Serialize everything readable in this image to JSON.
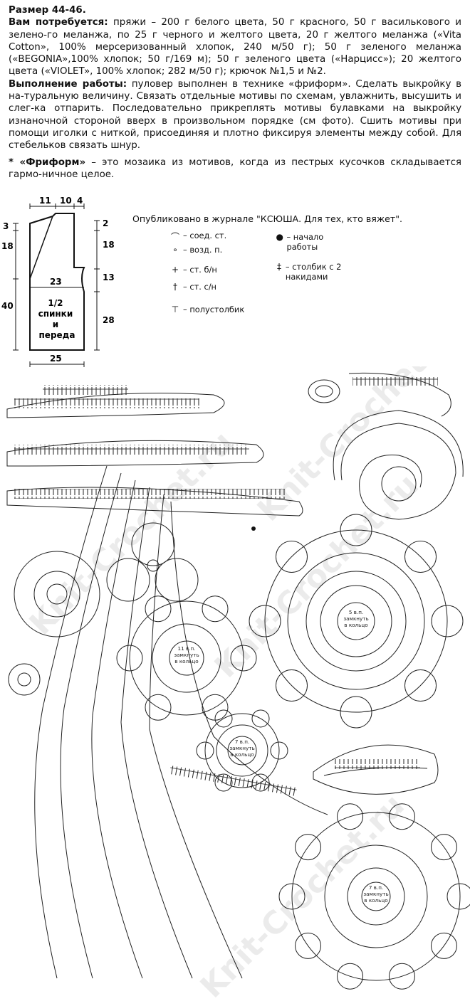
{
  "header": {
    "size_line": "Размер 44-46.",
    "materials_label": "Вам потребуется:",
    "materials_text": " пряжи – 200 г белого цвета, 50 г красного, 50 г василькового и зелено-го меланжа, по 25 г черного и желтого цвета, 20 г  желтого меланжа («Vita Cotton», 100% мерсеризованный хлопок, 240 м/50 г); 50 г зеленого меланжа («BEGONIA»,100% хлопок; 50 г/169 м); 50 г зеленого цвета («Нарцисс»); 20 желтого цвета («VIOLET», 100% хлопок; 282 м/50 г); крючок №1,5 и №2.",
    "work_label": "Выполнение работы:",
    "work_text": " пуловер выполнен в технике «фриформ». Сделать выкройку в на-туральную величину. Связать отдельные мотивы по схемам, увлажнить, высушить и слег-ка отпарить. Последовательно прикреплять мотивы булавками на выкройку изнаночной стороной вверх в произвольном порядке (см фото). Сшить мотивы при помощи иголки с ниткой, присоединяя и плотно фиксируя элементы между собой. Для стебельков связать шнур.",
    "note_label": "* «Фриформ»",
    "note_text": " – это мозаика из мотивов, когда из пестрых кусочков складывается гармо-ничное целое."
  },
  "published": "Опубликовано в журнале \"КСЮША. Для тех, кто вяжет\".",
  "legend": [
    {
      "icon": "slip-stitch-icon",
      "symbol": "⌒",
      "label": "– соед. ст."
    },
    {
      "icon": "chain-stitch-icon",
      "symbol": "∘",
      "label": "– возд. п."
    },
    {
      "icon": "single-crochet-icon",
      "symbol": "+",
      "label": "– ст. б/н"
    },
    {
      "icon": "double-crochet-icon",
      "symbol": "†",
      "label": "– ст. с/н"
    },
    {
      "icon": "half-double-icon",
      "symbol": "⊤",
      "label": "– полустолбик"
    },
    {
      "icon": "start-dot-icon",
      "symbol": "●",
      "label": "– начало работы"
    },
    {
      "icon": "treble-crochet-icon",
      "symbol": "‡",
      "label": "– столбик с 2 накидами"
    }
  ],
  "schematic": {
    "top_dims": [
      "11",
      "10",
      "4"
    ],
    "left_dims": [
      "3",
      "18",
      "40"
    ],
    "right_dims": [
      "2",
      "18",
      "13",
      "28"
    ],
    "inner_width": "23",
    "bottom_width": "25",
    "center_label": "1/2 спинки и переда"
  },
  "motif_labels": [
    "11 в.п. замкнуть в кольцо",
    "5 в.п. замкнуть в кольцо",
    "7 в.п. замкнуть в кольцо",
    "7 в.п. замкнуть в кольцо"
  ],
  "watermarks": [
    "Knit-Crochet.ru",
    "Knit-Crochet.ru",
    "Knit-Crochet.ru",
    "Knit-Crochet.ru"
  ]
}
